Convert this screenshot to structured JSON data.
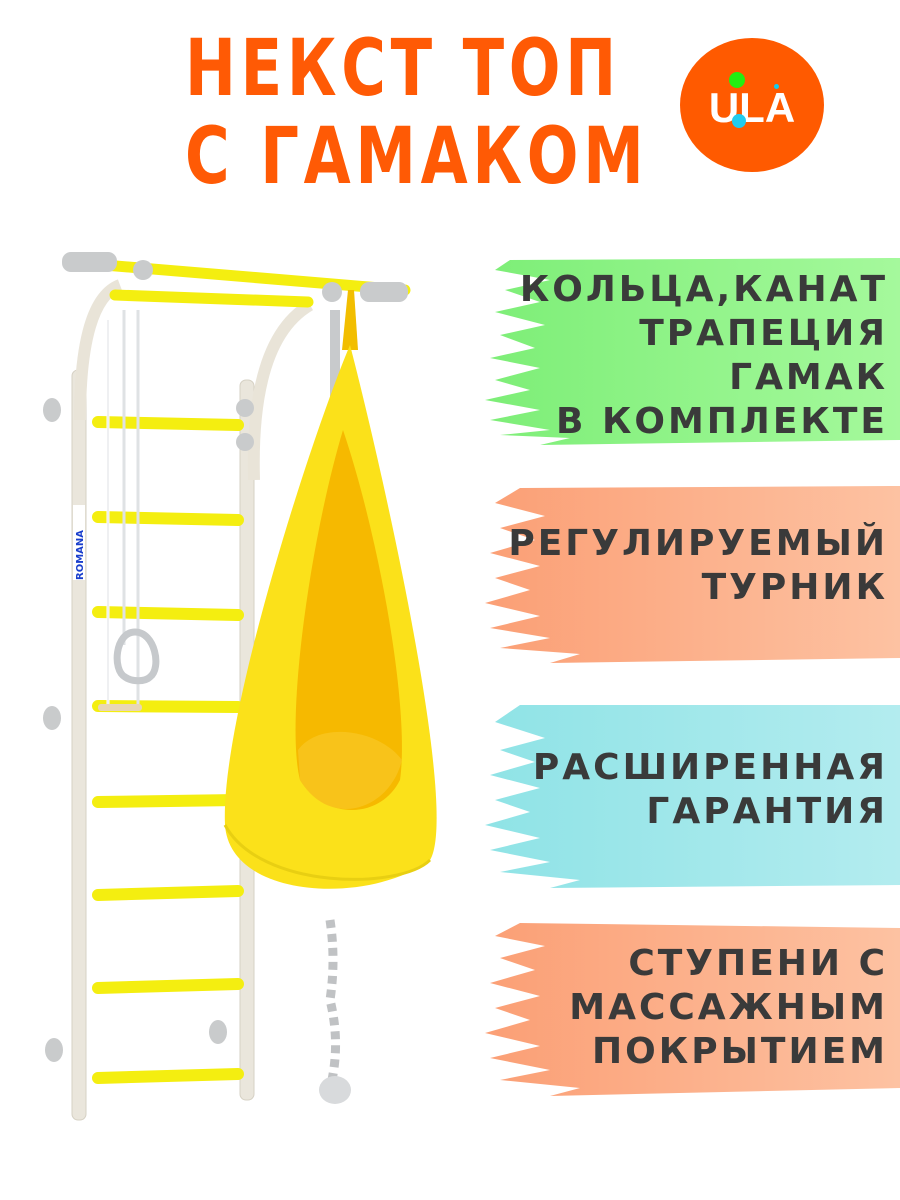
{
  "header": {
    "title_line1": "НЕКСТ ТОП",
    "title_line2": "С ГАМАКОМ",
    "title_color": "#ff5a05"
  },
  "logo": {
    "text": "ULA",
    "bg_color": "#ff5a00",
    "dot_colors": [
      "#22ee11",
      "#11ccee",
      "#22ccee"
    ]
  },
  "product": {
    "brand_label": "ROMANA",
    "description": "Wall bars with yellow rungs, gymnastic rings, trapeze, rope and yellow hanging hammock pod"
  },
  "features": [
    {
      "lines": [
        "КОЛЬЦА,КАНАТ",
        "ТРАПЕЦИЯ",
        "ГАМАК",
        "В КОМПЛЕКТЕ"
      ],
      "color": "#8ef28a"
    },
    {
      "lines": [
        "РЕГУЛИРУЕМЫЙ",
        "ТУРНИК"
      ],
      "color": "#fcae88"
    },
    {
      "lines": [
        "РАСШИРЕННАЯ",
        "ГАРАНТИЯ"
      ],
      "color": "#a1e7e8"
    },
    {
      "lines": [
        "СТУПЕНИ С",
        "МАССАЖНЫМ",
        "ПОКРЫТИЕМ"
      ],
      "color": "#fcae88"
    }
  ]
}
